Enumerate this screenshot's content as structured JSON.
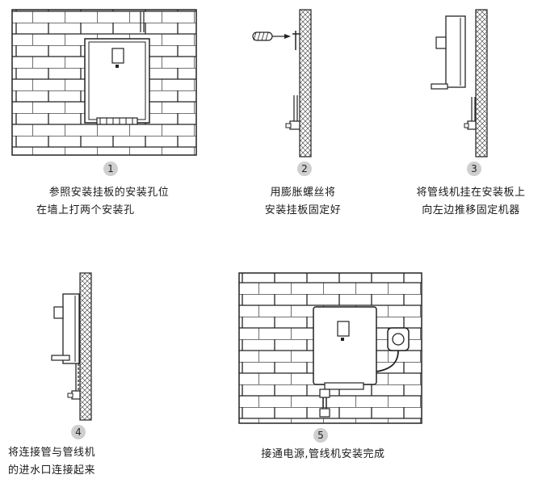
{
  "steps": [
    {
      "number": "1",
      "lines": [
        "参照安装挂板的安装孔位",
        "在墙上打两个安装孔"
      ]
    },
    {
      "number": "2",
      "lines": [
        "用膨胀螺丝将",
        "安装挂板固定好"
      ]
    },
    {
      "number": "3",
      "lines": [
        "将管线机挂在安装板上",
        "向左边推移固定机器"
      ]
    },
    {
      "number": "4",
      "lines": [
        "将连接管与管线机",
        "的进水口连接起来"
      ]
    },
    {
      "number": "5",
      "lines": [
        "接通电源,管线机安装完成"
      ]
    }
  ]
}
